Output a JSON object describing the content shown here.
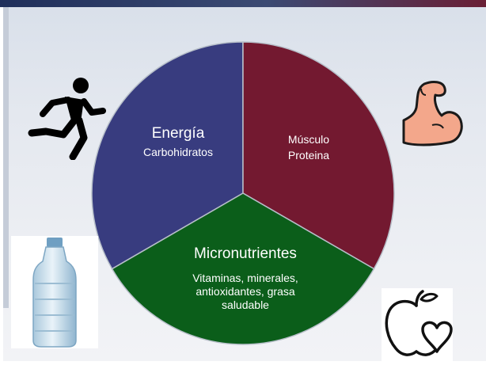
{
  "slide": {
    "colors": {
      "energia": "#383c7f",
      "musculo": "#731930",
      "micronutrientes": "#0b5e1a",
      "border": "#b7bfc9"
    },
    "segments": {
      "energia": {
        "title": "Energía",
        "subtitle": "Carbohidratos",
        "share": 0.3333
      },
      "musculo": {
        "title": "Músculo",
        "subtitle": "Proteina",
        "share": 0.3333
      },
      "micronutrientes": {
        "title": "Micronutrientes",
        "description": "Vitaminas, minerales, antioxidantes, grasa saludable",
        "share": 0.3333
      }
    },
    "icons": {
      "runner": "running-person-icon",
      "muscle": "flexed-bicep-icon",
      "water": "water-bottle-icon",
      "apple": "apple-heart-icon"
    }
  }
}
